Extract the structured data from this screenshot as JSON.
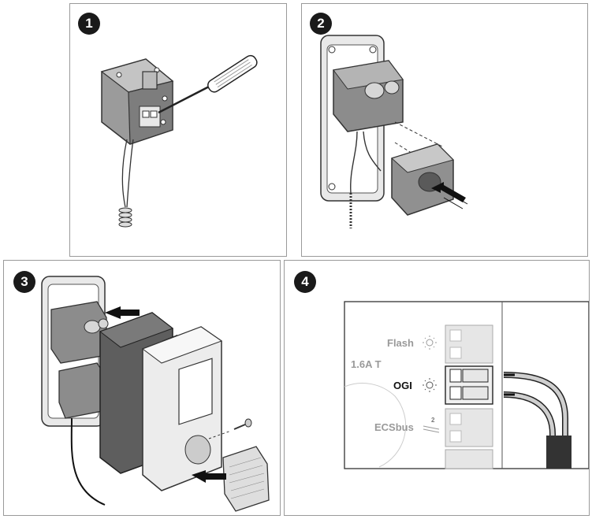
{
  "steps": [
    {
      "number": "1"
    },
    {
      "number": "2"
    },
    {
      "number": "3"
    },
    {
      "number": "4"
    }
  ],
  "terminal_block": {
    "fuse_label": "1.6A T",
    "terminals": [
      {
        "label": "Flash",
        "highlighted": false
      },
      {
        "label": "OGI",
        "highlighted": true
      },
      {
        "label": "ECSbus",
        "highlighted": false
      }
    ],
    "ecsbus_superscript": "2"
  },
  "colors": {
    "badge": "#1a1a1a",
    "housing_gray": "#8c8c8c",
    "housing_dark": "#5e5e5e",
    "cover_light": "#ececec",
    "label_gray": "#9a9a9a"
  }
}
